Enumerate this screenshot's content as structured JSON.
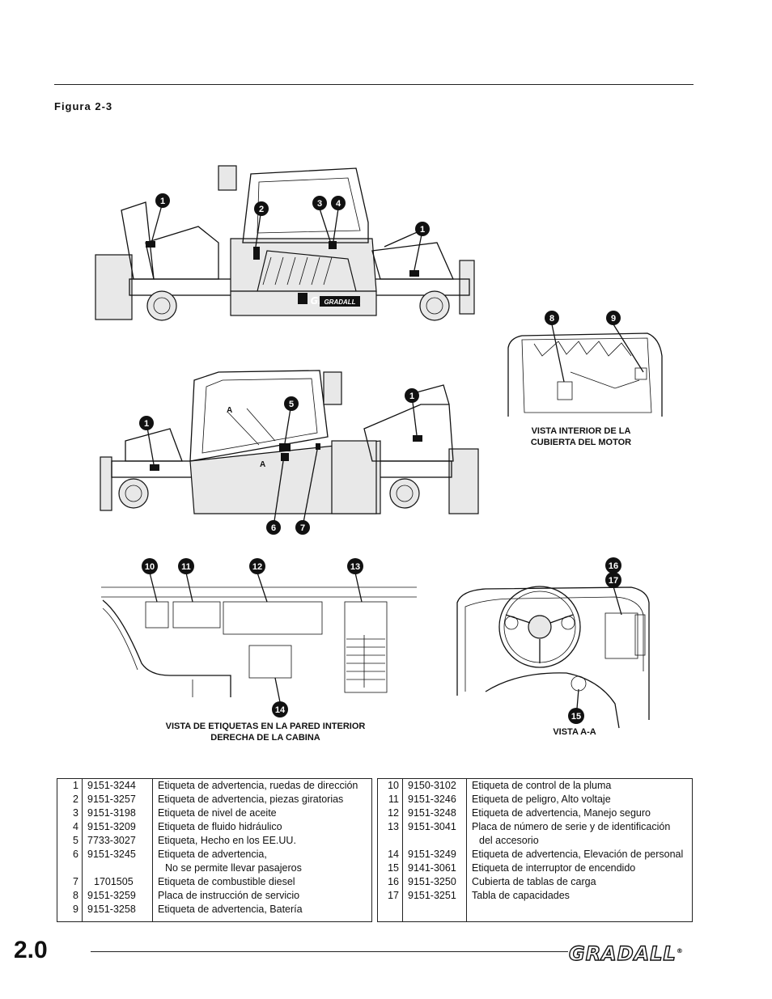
{
  "figure_label": "Figura 2-3",
  "callouts": {
    "top_view": [
      "1",
      "2",
      "3",
      "4",
      "1"
    ],
    "mid_view": [
      "1",
      "A",
      "A",
      "5",
      "1",
      "6",
      "7"
    ],
    "engine_cover": [
      "8",
      "9"
    ],
    "cab_wall": [
      "10",
      "11",
      "12",
      "13",
      "14"
    ],
    "dash": [
      "16",
      "17",
      "15"
    ]
  },
  "captions": {
    "engine_cover": [
      "VISTA INTERIOR DE LA",
      "CUBIERTA DEL MOTOR"
    ],
    "cab_wall": [
      "VISTA DE ETIQUETAS EN LA PARED INTERIOR",
      "DERECHA DE LA CABINA"
    ],
    "dash": "VISTA A-A"
  },
  "machine_marking": "GRADALL",
  "parts_left": [
    {
      "num": "1",
      "pn": "9151-3244",
      "desc": [
        "Etiqueta de advertencia, ruedas de dirección"
      ]
    },
    {
      "num": "2",
      "pn": "9151-3257",
      "desc": [
        "Etiqueta de advertencia, piezas giratorias"
      ]
    },
    {
      "num": "3",
      "pn": "9151-3198",
      "desc": [
        "Etiqueta de nivel de aceite"
      ]
    },
    {
      "num": "4",
      "pn": "9151-3209",
      "desc": [
        "Etiqueta de fluido hidráulico"
      ]
    },
    {
      "num": "5",
      "pn": "7733-3027",
      "desc": [
        "Etiqueta, Hecho en los EE.UU."
      ]
    },
    {
      "num": "6",
      "pn": "9151-3245",
      "desc": [
        "Etiqueta de advertencia,",
        "No se permite llevar pasajeros"
      ]
    },
    {
      "num": "7",
      "pn": "1701505",
      "desc": [
        "Etiqueta de combustible diesel"
      ]
    },
    {
      "num": "8",
      "pn": "9151-3259",
      "desc": [
        "Placa de instrucción de servicio"
      ]
    },
    {
      "num": "9",
      "pn": "9151-3258",
      "desc": [
        "Etiqueta de advertencia, Batería"
      ]
    }
  ],
  "parts_right": [
    {
      "num": "10",
      "pn": "9150-3102",
      "desc": [
        "Etiqueta de control de la pluma"
      ]
    },
    {
      "num": "11",
      "pn": "9151-3246",
      "desc": [
        "Etiqueta de peligro, Alto voltaje"
      ]
    },
    {
      "num": "12",
      "pn": "9151-3248",
      "desc": [
        "Etiqueta de advertencia, Manejo seguro"
      ]
    },
    {
      "num": "13",
      "pn": "9151-3041",
      "desc": [
        "Placa de número de serie y de identificación",
        "del accesorio"
      ]
    },
    {
      "num": "14",
      "pn": "9151-3249",
      "desc": [
        "Etiqueta de advertencia, Elevación de personal"
      ]
    },
    {
      "num": "15",
      "pn": "9141-3061",
      "desc": [
        "Etiqueta de interruptor de encendido"
      ]
    },
    {
      "num": "16",
      "pn": "9151-3250",
      "desc": [
        "Cubierta de tablas de carga"
      ]
    },
    {
      "num": "17",
      "pn": "9151-3251",
      "desc": [
        "Tabla de capacidades"
      ]
    }
  ],
  "footer": {
    "page_number": "2.0",
    "logo": "GRADALL",
    "logo_mark": "®"
  }
}
